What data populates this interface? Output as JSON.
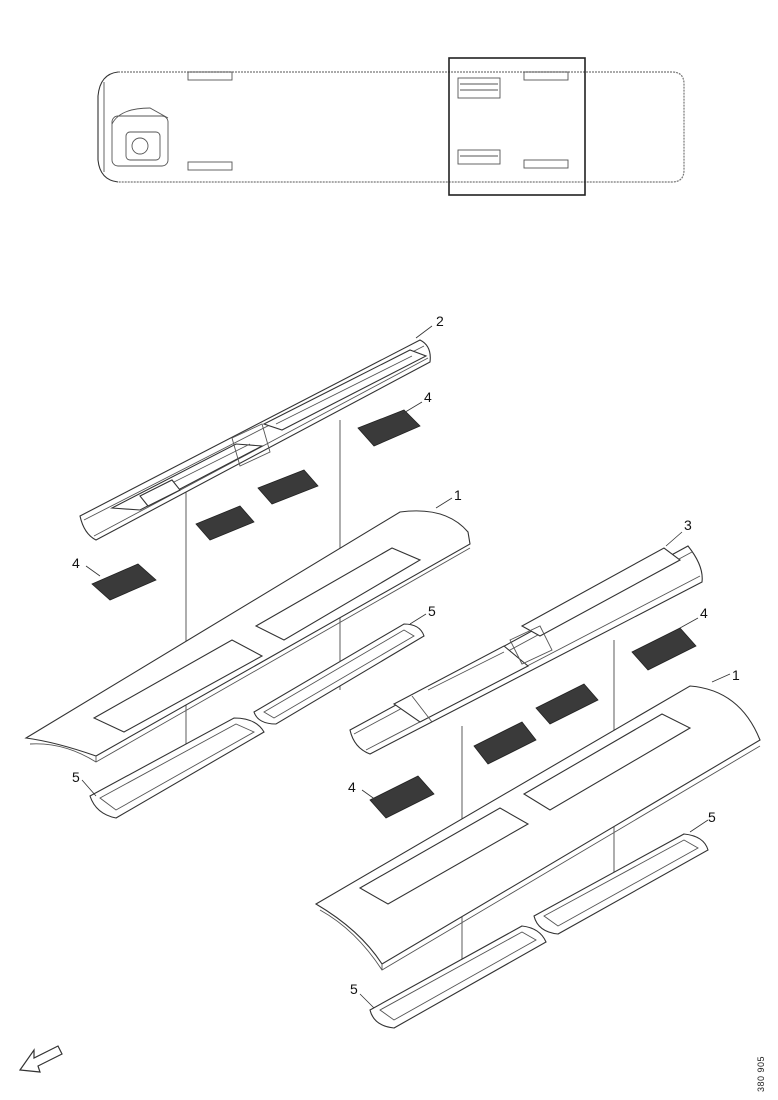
{
  "diagram": {
    "callouts": {
      "upper_roof_panel": "2",
      "upper_grille_right": "4",
      "upper_inner_trim": "1",
      "upper_grille_left": "4",
      "upper_frame_right": "5",
      "upper_frame_left": "5",
      "lower_roof_panel": "3",
      "lower_grille_right": "4",
      "lower_inner_trim": "1",
      "lower_grille_left": "4",
      "lower_frame_right": "5",
      "lower_frame_left": "5"
    },
    "document_id": "380 905"
  }
}
